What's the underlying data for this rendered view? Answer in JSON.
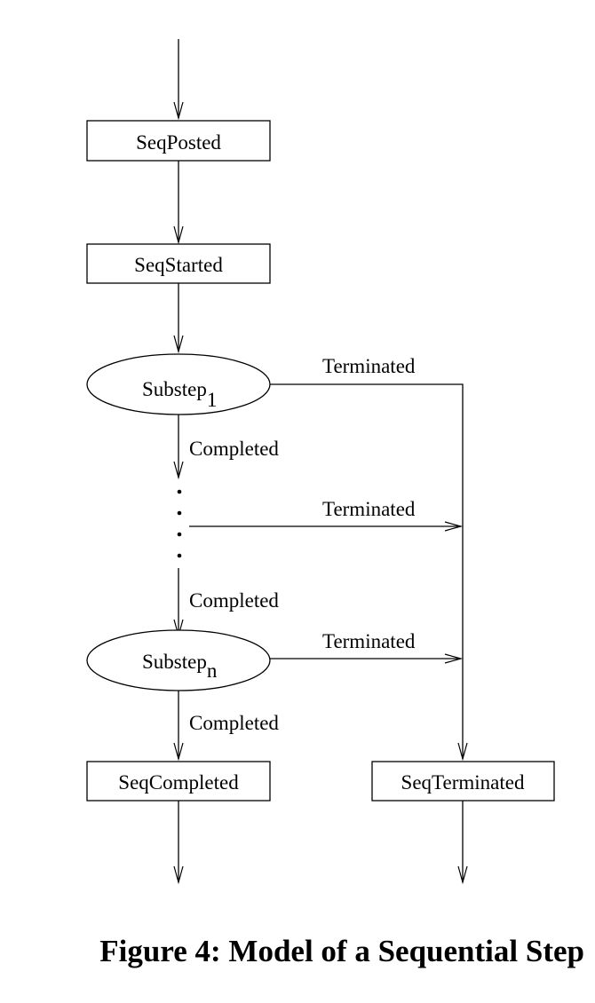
{
  "nodes": {
    "seq_posted": "SeqPosted",
    "seq_started": "SeqStarted",
    "substep_1": {
      "base": "Substep",
      "subscript": "1"
    },
    "substep_n": {
      "base": "Substep",
      "subscript": "n"
    },
    "seq_completed": "SeqCompleted",
    "seq_terminated": "SeqTerminated"
  },
  "edges": {
    "completed": "Completed",
    "terminated": "Terminated"
  },
  "caption": "Figure 4: Model of a Sequential Step"
}
